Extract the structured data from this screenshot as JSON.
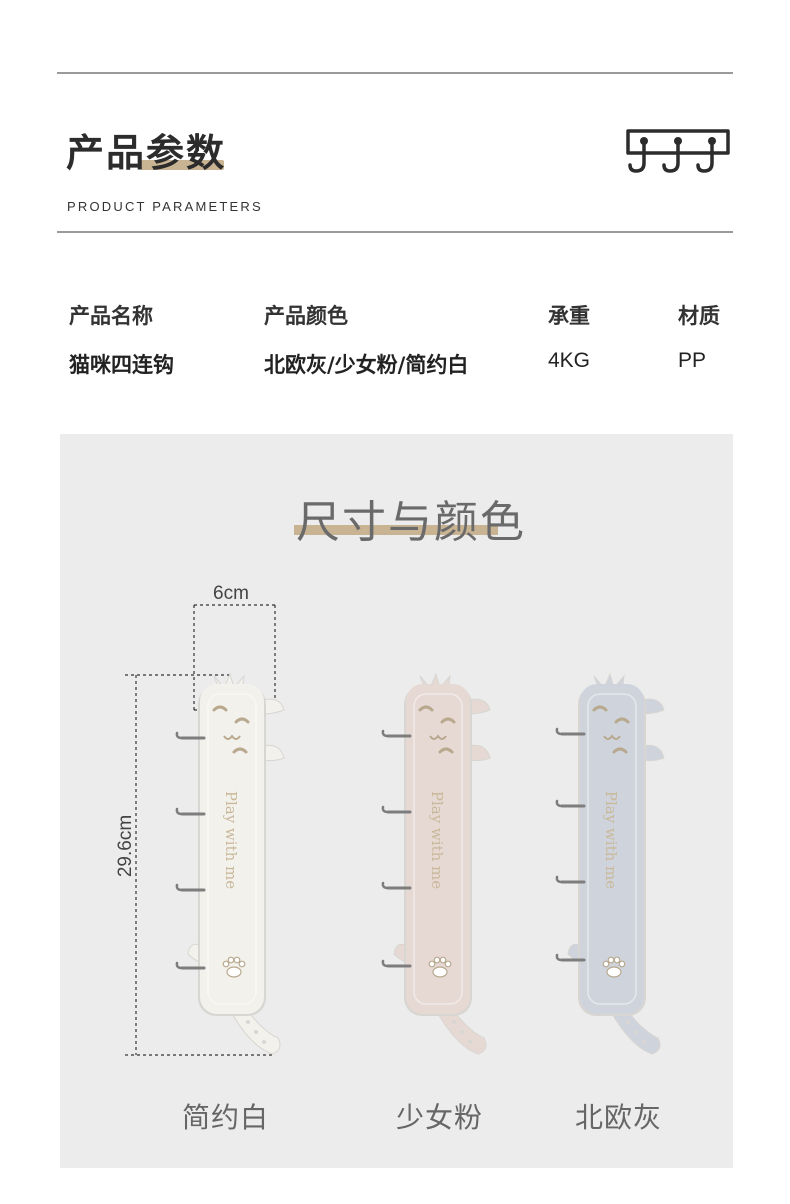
{
  "header": {
    "title_cn": "产品参数",
    "title_en": "PRODUCT PARAMETERS",
    "icon": "triple-hook-icon"
  },
  "params": {
    "headers": [
      "产品名称",
      "产品颜色",
      "承重",
      "材质"
    ],
    "values": [
      "猫咪四连钩",
      "北欧灰/少女粉/简约白",
      "4KG",
      "PP"
    ]
  },
  "size_section": {
    "title": "尺寸与颜色",
    "width_label": "6cm",
    "height_label": "29.6cm",
    "product_text": "Play with me",
    "colors": [
      "简约白",
      "少女粉",
      "北欧灰"
    ],
    "color_hex": {
      "简约白": "#f3f1ec",
      "少女粉": "#e6d9d4",
      "北欧灰": "#cfd3dc",
      "accent": "#c8b392",
      "panel_bg": "#ececec"
    }
  }
}
